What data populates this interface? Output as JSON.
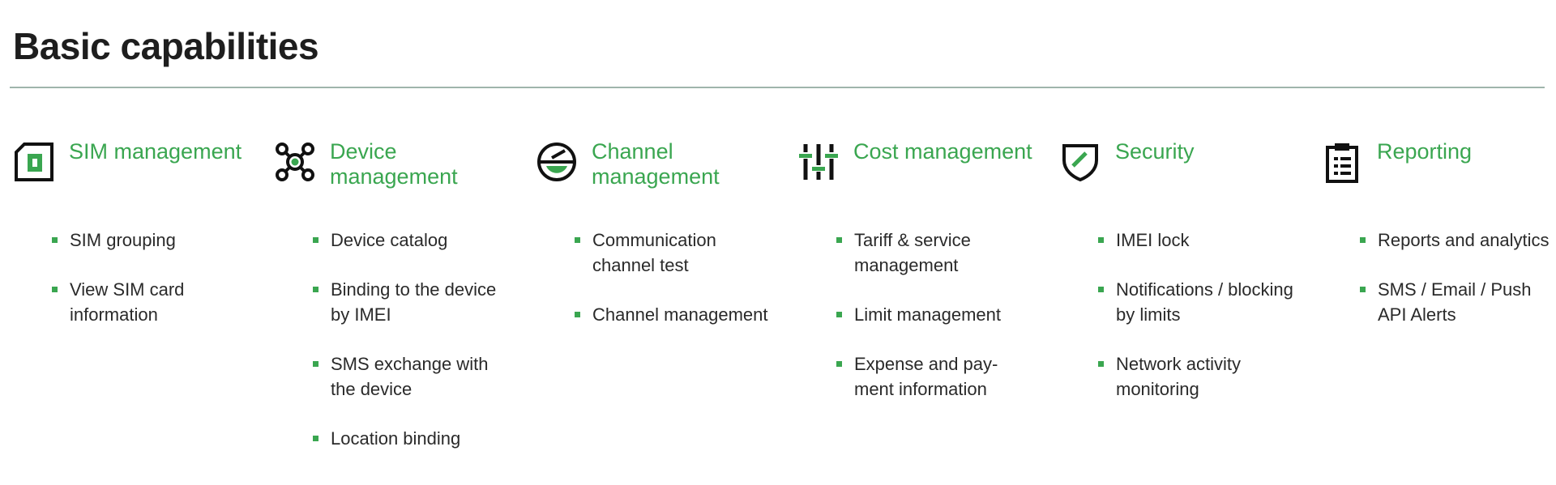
{
  "page": {
    "title": "Basic capabilities"
  },
  "colors": {
    "accent": "#3aa650",
    "text": "#1f1f1f",
    "divider": "#9fb5ac"
  },
  "capabilities": [
    {
      "title": "SIM management",
      "icon": "sim-card-icon",
      "items": [
        "SIM grouping",
        "View SIM card information"
      ]
    },
    {
      "title": "Device management",
      "icon": "device-network-icon",
      "items": [
        "Device catalog",
        "Binding to the device by IMEI",
        "SMS exchange with the device",
        "Location binding"
      ]
    },
    {
      "title": "Channel management",
      "icon": "channel-dial-icon",
      "items": [
        "Communication channel test",
        "Channel management"
      ]
    },
    {
      "title": "Cost management",
      "icon": "sliders-icon",
      "items": [
        "Tariff & service management",
        "Limit management",
        "Expense and pay-ment information"
      ]
    },
    {
      "title": "Security",
      "icon": "shield-icon",
      "items": [
        "IMEI lock",
        "Notifications / blocking by limits",
        "Network activity monitoring"
      ]
    },
    {
      "title": "Reporting",
      "icon": "clipboard-icon",
      "items": [
        "Reports and analytics",
        "SMS / Email / Push API Alerts"
      ]
    }
  ]
}
